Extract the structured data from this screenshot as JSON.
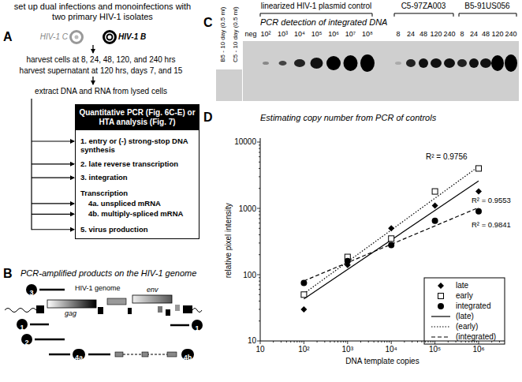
{
  "diagram": {
    "nodes": [
      {
        "text": [
          "1. entry or (-) strong-stop DNA synthesis",
          "2. late reverse transcription",
          "3. integration",
          "Transcription",
          "4a. unspliced mRNA",
          "4b. multiply-spliced mRNA",
          "5. virus production"
        ]
      },
      {
        "text": [
          "Quantitative PCR (Fig. 6C-E) or HTA analysis (Fig. 7)"
        ],
        "in": 0
      },
      {
        "text": [
          "3"
        ]
      },
      {
        "text": [
          "1"
        ]
      },
      {
        "text": [
          "1"
        ]
      },
      {
        "text": [
          "2"
        ]
      },
      {
        "text": [
          "4a"
        ]
      },
      {
        "text": [
          "4b"
        ]
      }
    ],
    "labels": [
      "A",
      "set up dual infections and monoinfections with two primary HIV-1 isolates",
      "HIV-1 C",
      "HIV-1 B",
      "harvest cells at 8, 24, 48, 120, and 240 hrs",
      "harvest supernatant at 120 hrs, days 7, and 15",
      "extract DNA and RNA from lysed cells",
      "B",
      "PCR-amplified products on the HIV-1 genome",
      "HIV-1 genome",
      "gag",
      "env",
      "C",
      "PCR detection of integrated DNA",
      "B5 - 10 day (0.5 ml)",
      "C5 - 10 day (0.5 ml)",
      "linearized HIV-1 plasmid control",
      "C5-97ZA003",
      "B5-91US056",
      "neg",
      "10²",
      "10³",
      "10⁴",
      "10⁵",
      "10⁶",
      "10⁷",
      "10⁸",
      "8",
      "24",
      "48",
      "120",
      "240",
      "8",
      "24",
      "48",
      "120",
      "240",
      "D",
      "Estimating copy number from PCR of controls",
      "R² = 0.9756",
      "R² = 0.9553",
      "R² = 0.9841",
      "10000",
      "1000",
      "100",
      "10",
      "10",
      "10²",
      "10³",
      "10⁴",
      "10⁵",
      "10⁶",
      "relative pixel intensity",
      "DNA template copies"
    ],
    "legend": [
      {
        "text": "late"
      },
      {
        "text": "early"
      },
      {
        "text": "integrated"
      },
      {
        "text": "(late)"
      },
      {
        "text": "(early)"
      },
      {
        "text": "(integrated)"
      }
    ]
  }
}
